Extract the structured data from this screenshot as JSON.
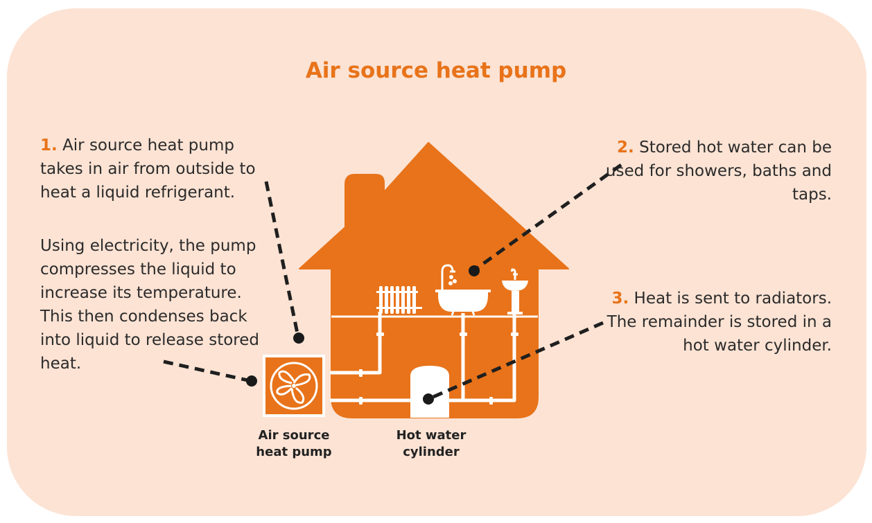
{
  "title": "Air source heat pump",
  "colors": {
    "accent": "#e8731a",
    "background": "#fce3d4",
    "pipe": "#ffffff",
    "text": "#2b2b2b"
  },
  "steps": [
    {
      "number": "1.",
      "text": "Air source heat pump takes in air from outside to heat a liquid refrigerant."
    },
    {
      "number": "2.",
      "text": "Stored hot water can be used for showers, baths and taps."
    },
    {
      "number": "3.",
      "text": "Heat is sent to radiators. The remainder is stored in a hot water cylinder."
    }
  ],
  "step1_extra": "Using electricity, the pump compresses the liquid to increase its temperature. This then condenses back into liquid to release stored heat.",
  "labels": {
    "heat_pump": "Air source heat pump",
    "cylinder": "Hot water cylinder"
  },
  "icons": [
    "house-icon",
    "fan-icon",
    "radiator-icon",
    "bathtub-icon",
    "shower-icon",
    "sink-icon",
    "tap-icon",
    "cylinder-icon"
  ]
}
